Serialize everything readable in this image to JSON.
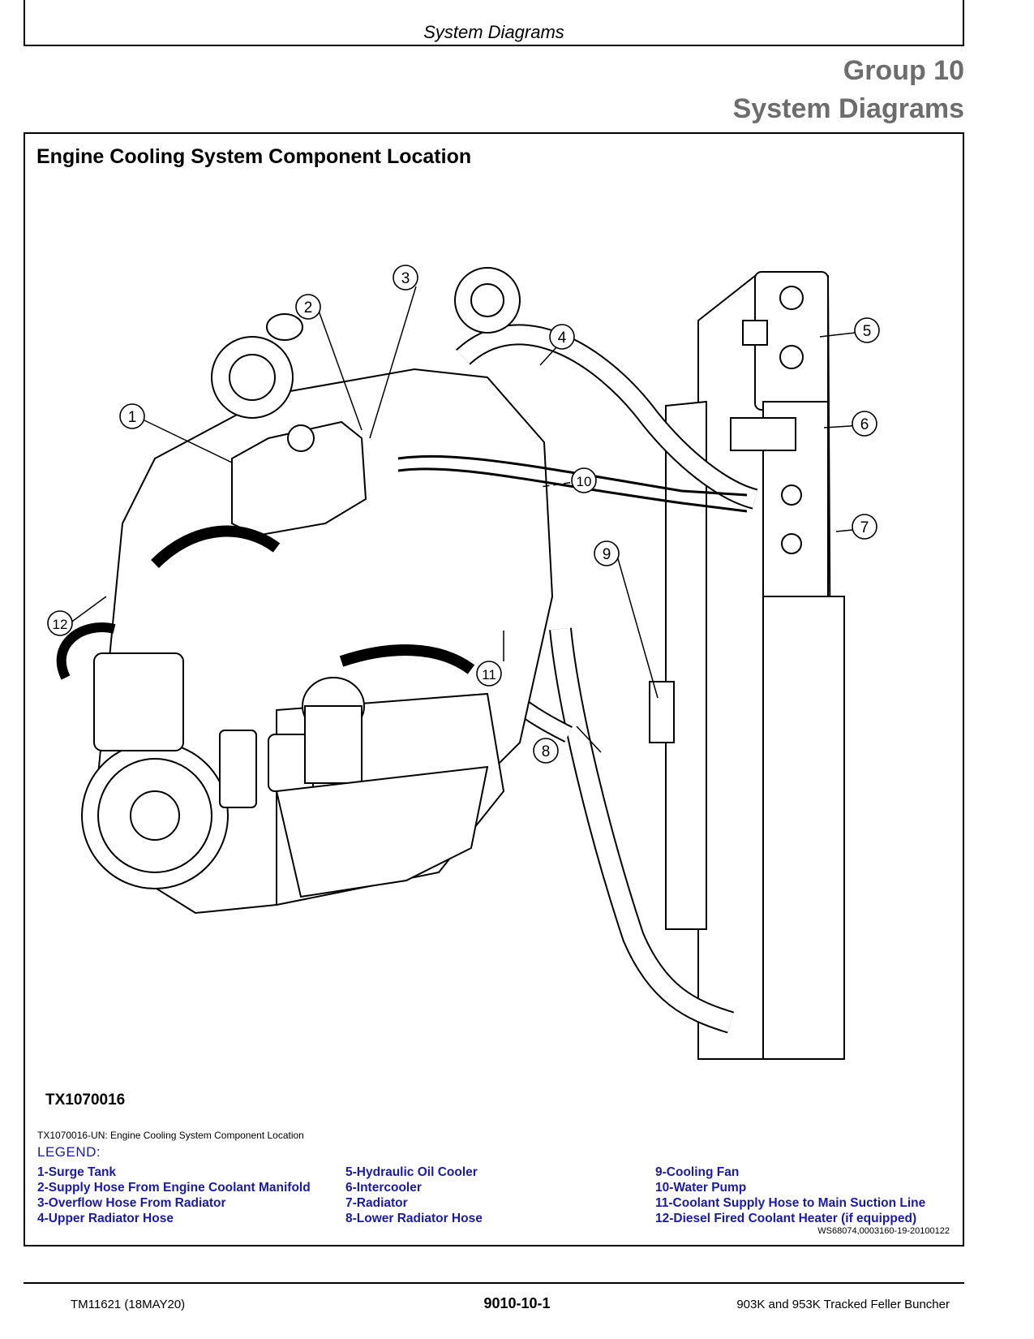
{
  "header": {
    "running_title": "System Diagrams"
  },
  "group": {
    "number": "Group 10",
    "title": "System Diagrams"
  },
  "section": {
    "title": "Engine Cooling System Component Location"
  },
  "figure": {
    "id": "TX1070016",
    "caption": "TX1070016-UN: Engine Cooling System Component Location",
    "callouts": [
      "1",
      "2",
      "3",
      "4",
      "5",
      "6",
      "7",
      "8",
      "9",
      "10",
      "11",
      "12"
    ]
  },
  "legend": {
    "title": "LEGEND:",
    "col1": [
      "1-Surge Tank",
      "2-Supply Hose From Engine Coolant Manifold",
      "3-Overflow Hose From Radiator",
      "4-Upper Radiator Hose"
    ],
    "col2": [
      "5-Hydraulic Oil Cooler",
      "6-Intercooler",
      "7-Radiator",
      "8-Lower Radiator Hose"
    ],
    "col3": [
      "9-Cooling Fan",
      "10-Water Pump",
      "11-Coolant Supply Hose to Main Suction Line",
      "12-Diesel Fired Coolant Heater (if equipped)"
    ],
    "ref_code": "WS68074,0003160-19-20100122"
  },
  "footer": {
    "left": "TM11621 (18MAY20)",
    "center": "9010-10-1",
    "right": "903K and 953K Tracked Feller Buncher"
  },
  "colors": {
    "legend_text": "#1a1aa8",
    "group_heading": "#6d6d6d"
  }
}
